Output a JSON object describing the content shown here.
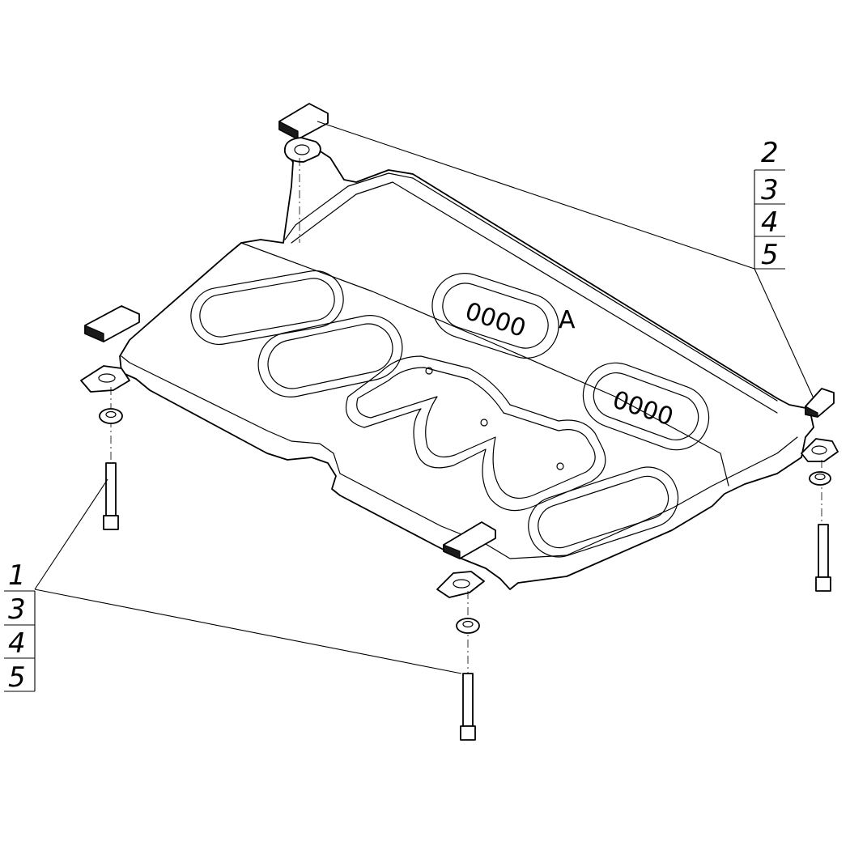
{
  "callouts": {
    "top_right": [
      "2",
      "3",
      "4",
      "5"
    ],
    "bottom_left": [
      "1",
      "3",
      "4",
      "5"
    ]
  },
  "plate_marks": {
    "stamp_letter": "A",
    "embossed_code_left": "0000",
    "embossed_code_right": "0000"
  }
}
